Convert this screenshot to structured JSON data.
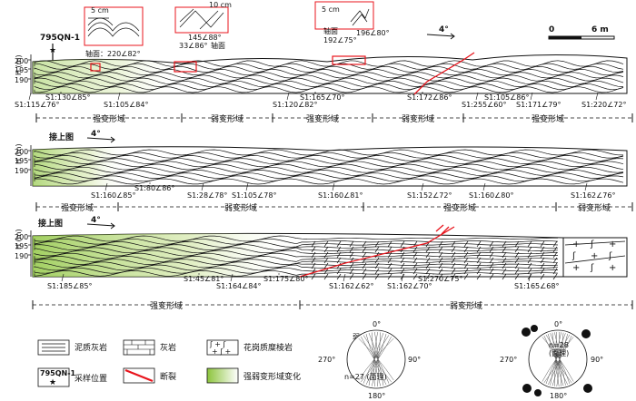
{
  "sample": {
    "code": "795QN-1"
  },
  "scale": {
    "zero": "0",
    "len": "6 m"
  },
  "north_angle": "4°",
  "insets": [
    {
      "size": "5 cm",
      "axis": "轴面：220∠82°"
    },
    {
      "size": "10 cm",
      "left": "145∠88°",
      "bottom": "33∠86°",
      "axis": "轴面"
    },
    {
      "size": "5 cm",
      "axis": "轴面",
      "axis_val": "192∠75°",
      "right": "196∠80°"
    }
  ],
  "axis": {
    "label": "H (m)",
    "ticks": [
      "200",
      "195",
      "190"
    ]
  },
  "connect_label": "接上图",
  "panels": [
    {
      "measurements": [
        "S1:115∠76°",
        "S1:130∠85°",
        "S1:105∠84°",
        "S1:120∠82°",
        "S1:165∠70°",
        "S1:172∠86°",
        "S1:255∠60°",
        "S1:105∠86°",
        "S1:171∠79°",
        "S1:220∠72°"
      ],
      "zones": [
        "强变形域",
        "弱变形域",
        "强变形域",
        "弱变形域",
        "强变形域"
      ]
    },
    {
      "measurements": [
        "S1:160∠85°",
        "S1:80∠86°",
        "S1:28∠78°",
        "S1:105∠78°",
        "S1:160∠81°",
        "S1:152∠72°",
        "S1:160∠80°",
        "S1:162∠76°"
      ],
      "zones": [
        "强变形域",
        "弱变形域",
        "强变形域",
        "弱变形域"
      ]
    },
    {
      "measurements": [
        "S1:185∠85°",
        "S1:45∠81°",
        "S1:164∠84°",
        "S1:175∠80°",
        "S1:162∠62°",
        "S1:162∠70°",
        "S1:270∠75°",
        "S1:165∠68°"
      ],
      "zones": [
        "强变形域",
        "弱变形域"
      ]
    }
  ],
  "legend": {
    "items": [
      "泥质灰岩",
      "灰岩",
      "花岗质糜棱岩",
      "采样位置",
      "断裂",
      "强弱变形域变化"
    ]
  },
  "stereonets": [
    {
      "title": "弱变形域",
      "n": "n=27 (面理)",
      "top": "0°",
      "left": "270°",
      "right": "90°",
      "bottom": "180°"
    },
    {
      "n": "n=28",
      "n2": "(面理)",
      "top": "0°",
      "left": "270°",
      "right": "90°",
      "bottom": "180°"
    }
  ],
  "colors": {
    "line": "#111111",
    "fault": "#e8141c",
    "gradient": "#8cc43c"
  }
}
